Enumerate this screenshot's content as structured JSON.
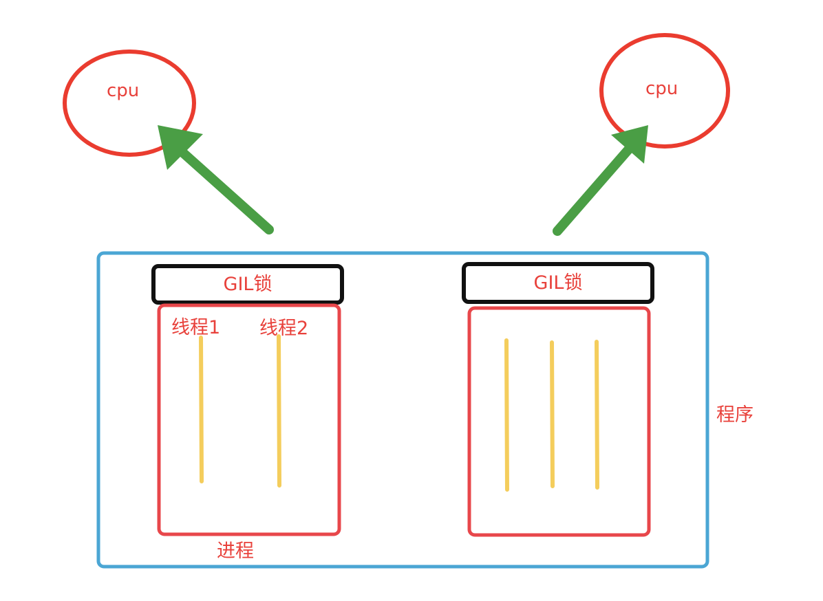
{
  "cpu_left": {
    "label": "cpu"
  },
  "cpu_right": {
    "label": "cpu"
  },
  "process_left": {
    "gil_label": "GIL锁",
    "thread_labels": [
      "线程1",
      "线程2"
    ],
    "process_label": "进程"
  },
  "process_right": {
    "gil_label": "GIL锁"
  },
  "program": {
    "label": "程序"
  },
  "colors": {
    "cpu_circle": "#ea3c2f",
    "arrow": "#4a9e45",
    "program_box": "#4ba6d4",
    "process_box": "#e8474b",
    "gil_box": "#111111",
    "thread_line": "#f4cd5c",
    "text": "#e8413b"
  }
}
